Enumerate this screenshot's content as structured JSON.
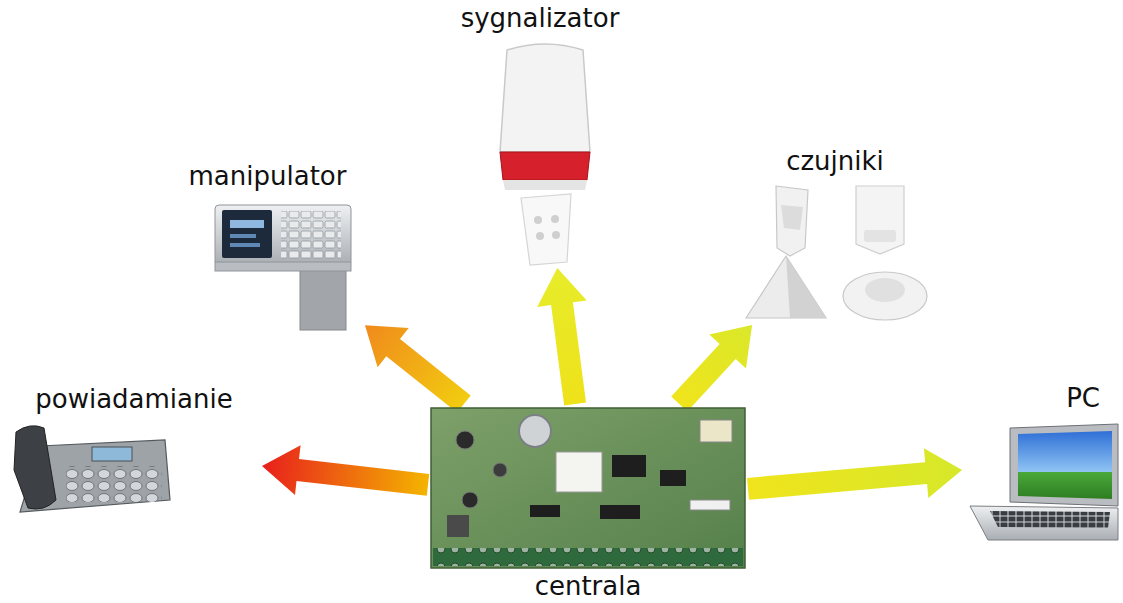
{
  "diagram": {
    "nodes": [
      {
        "text": [
          "sygnalizator"
        ]
      },
      {
        "text": [
          "manipulator"
        ]
      },
      {
        "text": [
          "czujniki"
        ]
      },
      {
        "text": [
          "powiadamianie"
        ]
      },
      {
        "text": [
          "PC"
        ]
      },
      {
        "text": [
          "centrala"
        ]
      }
    ],
    "edges": [
      {
        "from": 5,
        "to": 3,
        "arrow": "to"
      },
      {
        "from": 5,
        "to": 1,
        "arrow": "to"
      },
      {
        "from": 5,
        "to": 0,
        "arrow": "to"
      },
      {
        "from": 5,
        "to": 2,
        "arrow": "to"
      },
      {
        "from": 5,
        "to": 4,
        "arrow": "to"
      }
    ]
  }
}
